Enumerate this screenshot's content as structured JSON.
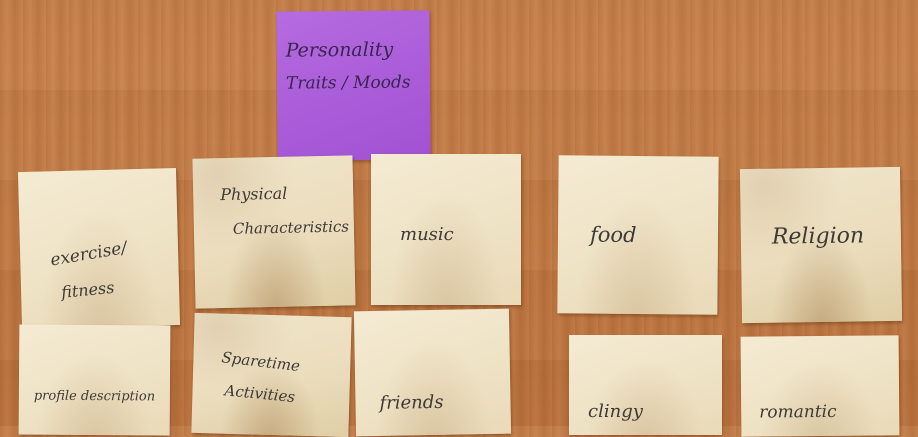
{
  "board": {
    "header_note": "Personality Traits / Moods",
    "header_line1": "Personality",
    "header_line2": "Traits / Moods"
  },
  "notes": {
    "exercise_line1": "exercise/",
    "exercise_line2": "fitness",
    "physical_line1": "Physical",
    "physical_line2": "Characteristics",
    "music": "music",
    "food": "food",
    "religion": "Religion",
    "profile": "profile description",
    "sparetime_line1": "Sparetime",
    "sparetime_line2": "Activities",
    "friends": "friends",
    "clingy": "clingy",
    "romantic": "romantic"
  },
  "colors": {
    "wall": "#c17a45",
    "note_yellow": "#efe3c6",
    "note_purple": "#ab5dd9",
    "ink": "#3d3a36"
  }
}
